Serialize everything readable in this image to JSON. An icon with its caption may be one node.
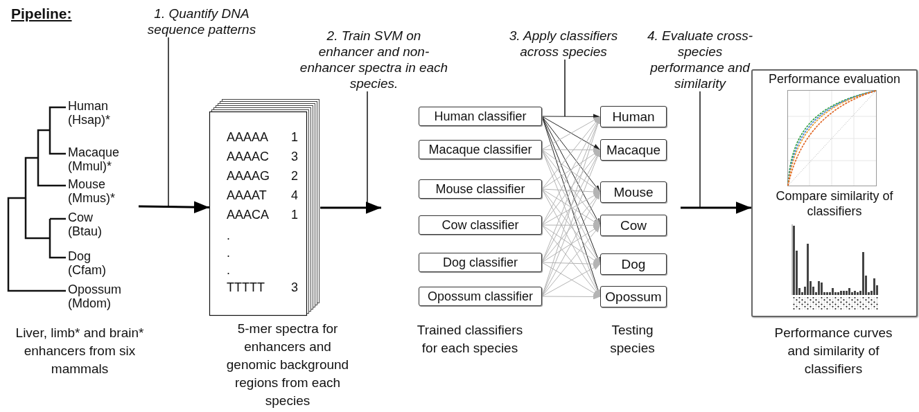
{
  "diagram": {
    "title": "Pipeline:",
    "nodes": [
      {
        "text": [
          "Human (Hsap)*",
          "Macaque (Mmul)*",
          "Mouse (Mmus)*",
          "Cow (Btau)",
          "Dog (Cfam)",
          "Opossum (Mdom)"
        ],
        "beside": [
          "Liver, limb* and brain* enhancers from six mammals"
        ]
      },
      {
        "text": [
          "AAAAA",
          "1",
          "AAAAC",
          "3",
          "AAAAG",
          "2",
          "AAAAT",
          "4",
          "AAACA",
          "1",
          ".",
          ".",
          ".",
          "TTTTT",
          "3"
        ],
        "beside": [
          "5-mer spectra for enhancers and genomic background regions from each species"
        ]
      },
      {
        "text": [
          "Human classifier"
        ]
      },
      {
        "text": [
          "Macaque classifier"
        ]
      },
      {
        "text": [
          "Mouse classifier"
        ]
      },
      {
        "text": [
          "Cow classifier"
        ]
      },
      {
        "text": [
          "Dog classifier"
        ]
      },
      {
        "text": [
          "Opossum classifier"
        ]
      },
      {
        "text": [
          "Human"
        ]
      },
      {
        "text": [
          "Macaque"
        ]
      },
      {
        "text": [
          "Mouse"
        ]
      },
      {
        "text": [
          "Cow"
        ]
      },
      {
        "text": [
          "Dog"
        ]
      },
      {
        "text": [
          "Opossum"
        ]
      },
      {
        "text": [
          "Performance evaluation",
          "Compare similarity of classifiers"
        ],
        "beside": [
          "Performance curves and similarity of classifiers"
        ]
      },
      {
        "text": [
          "1. Quantify DNA sequence patterns"
        ]
      },
      {
        "text": [
          "2. Train SVM on enhancer and non-enhancer spectra in each species."
        ]
      },
      {
        "text": [
          "3. Apply classifiers across species"
        ]
      },
      {
        "text": [
          "4. Evaluate cross-species performance and similarity"
        ]
      }
    ],
    "edges": [
      {
        "from": 0,
        "to": 1,
        "arrow": "to",
        "style": "thick",
        "color": "#000000"
      },
      {
        "from": 1,
        "to": null,
        "arrow": "to",
        "style": "thick",
        "color": "#000000"
      },
      {
        "from": 2,
        "to": 8,
        "arrow": "to",
        "color": "#222222"
      },
      {
        "from": 2,
        "to": 9,
        "arrow": "to",
        "color": "#222222"
      },
      {
        "from": 2,
        "to": 10,
        "arrow": "to",
        "color": "#222222"
      },
      {
        "from": 2,
        "to": 11,
        "arrow": "to",
        "color": "#222222"
      },
      {
        "from": 2,
        "to": 12,
        "arrow": "to",
        "color": "#222222"
      },
      {
        "from": 2,
        "to": 13,
        "arrow": "to",
        "color": "#222222"
      },
      {
        "from": 3,
        "to": 8,
        "arrow": "to"
      },
      {
        "from": 3,
        "to": 9,
        "arrow": "to"
      },
      {
        "from": 3,
        "to": 10,
        "arrow": "to"
      },
      {
        "from": 3,
        "to": 11,
        "arrow": "to"
      },
      {
        "from": 3,
        "to": 12,
        "arrow": "to"
      },
      {
        "from": 3,
        "to": 13,
        "arrow": "to"
      },
      {
        "from": 4,
        "to": 8,
        "arrow": "to"
      },
      {
        "from": 4,
        "to": 9,
        "arrow": "to"
      },
      {
        "from": 4,
        "to": 10,
        "arrow": "to"
      },
      {
        "from": 4,
        "to": 11,
        "arrow": "to"
      },
      {
        "from": 4,
        "to": 12,
        "arrow": "to"
      },
      {
        "from": 4,
        "to": 13,
        "arrow": "to"
      },
      {
        "from": 5,
        "to": 8,
        "arrow": "to"
      },
      {
        "from": 5,
        "to": 9,
        "arrow": "to"
      },
      {
        "from": 5,
        "to": 10,
        "arrow": "to"
      },
      {
        "from": 5,
        "to": 11,
        "arrow": "to"
      },
      {
        "from": 5,
        "to": 12,
        "arrow": "to"
      },
      {
        "from": 5,
        "to": 13,
        "arrow": "to"
      },
      {
        "from": 6,
        "to": 8,
        "arrow": "to"
      },
      {
        "from": 6,
        "to": 9,
        "arrow": "to"
      },
      {
        "from": 6,
        "to": 10,
        "arrow": "to"
      },
      {
        "from": 6,
        "to": 11,
        "arrow": "to"
      },
      {
        "from": 6,
        "to": 12,
        "arrow": "to"
      },
      {
        "from": 6,
        "to": 13,
        "arrow": "to"
      },
      {
        "from": 7,
        "to": 8,
        "arrow": "to"
      },
      {
        "from": 7,
        "to": 9,
        "arrow": "to"
      },
      {
        "from": 7,
        "to": 10,
        "arrow": "to"
      },
      {
        "from": 7,
        "to": 11,
        "arrow": "to"
      },
      {
        "from": 7,
        "to": 12,
        "arrow": "to"
      },
      {
        "from": 7,
        "to": 13,
        "arrow": "to"
      },
      {
        "from": null,
        "to": 14,
        "arrow": "to",
        "style": "thick",
        "color": "#000000"
      },
      {
        "from": 15,
        "to": null,
        "arrow": "none",
        "color": "#000000"
      },
      {
        "from": 16,
        "to": null,
        "arrow": "none",
        "color": "#000000"
      },
      {
        "from": 17,
        "to": null,
        "arrow": "none",
        "color": "#000000"
      },
      {
        "from": 18,
        "to": null,
        "arrow": "none",
        "color": "#000000"
      }
    ],
    "labels": [
      "Trained classifiers for each species",
      "Testing species"
    ]
  }
}
